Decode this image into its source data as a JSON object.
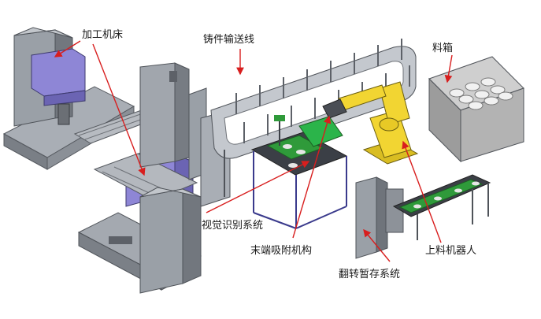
{
  "labels": {
    "machine_tool": "加工机床",
    "casting_conveyor": "铸件输送线",
    "bin": "料箱",
    "vision_system": "视觉识别系统",
    "end_suction": "末端吸附机构",
    "loading_robot": "上料机器人",
    "flip_buffer": "翻转暂存系统"
  },
  "colors": {
    "arrow": "#d81e1e",
    "machine_body": "#8f949c",
    "machine_dark": "#5d6168",
    "machine_blue": "#8e86d6",
    "conveyor": "#b9bec5",
    "robot_yellow": "#f2d532",
    "green_panel": "#2f9a3a",
    "bin_gray": "#a7a7a7"
  }
}
